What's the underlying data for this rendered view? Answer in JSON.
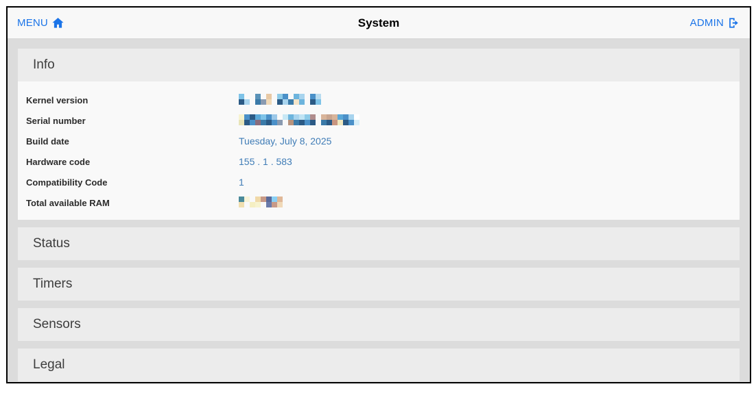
{
  "topbar": {
    "menu_label": "MENU",
    "title": "System",
    "admin_label": "ADMIN"
  },
  "colors": {
    "link_blue": "#1b74e8",
    "value_blue": "#3f7cb6",
    "content_background": "#dcdcdc",
    "section_header_background": "#ececec",
    "section_body_background": "#f9f9f9"
  },
  "sections": [
    {
      "id": "info",
      "label": "Info",
      "expanded": true
    },
    {
      "id": "status",
      "label": "Status",
      "expanded": false
    },
    {
      "id": "timers",
      "label": "Timers",
      "expanded": false
    },
    {
      "id": "sensors",
      "label": "Sensors",
      "expanded": false
    },
    {
      "id": "legal",
      "label": "Legal",
      "expanded": false
    }
  ],
  "info_rows": [
    {
      "label": "Kernel version",
      "value": "",
      "redacted": true,
      "mosaic": [
        [
          "#7ec3e8",
          "#f9f9f9",
          "#f9f9f9",
          "#5a92b8",
          "#f9f9f9",
          "#e8c9a5",
          "#f9f9f9",
          "#8ecbe8",
          "#4a90c8",
          "#f9f9f9",
          "#6db4dd",
          "#a8d4ee",
          "#f9f9f9",
          "#4a90c8",
          "#b8dcf0"
        ],
        [
          "#2b5a85",
          "#a8d4ee",
          "#f9f9f9",
          "#3a7aa8",
          "#8a9ab0",
          "#f0d9b8",
          "#f9f9f9",
          "#2b5a85",
          "#a8d4ee",
          "#3a7aa8",
          "#f4e4c8",
          "#6db4dd",
          "#f9f9f9",
          "#2b5a85",
          "#7ec3e8"
        ]
      ]
    },
    {
      "label": "Serial number",
      "value": "",
      "redacted": true,
      "mosaic": [
        [
          "#f7f3cf",
          "#4a90c8",
          "#2b5a85",
          "#5aa8d8",
          "#7ec3e8",
          "#4a90c8",
          "#9cc8e8",
          "#f9f9f9",
          "#c8e8f5",
          "#6db4dd",
          "#a8d4ee",
          "#c0e4f4",
          "#8ecbe8",
          "#b08d8d",
          "#f9f9f9",
          "#d8b49a",
          "#c8a590",
          "#d8b49a",
          "#5aa8d8",
          "#4a90c8",
          "#a8d4ee",
          "#ffffff"
        ],
        [
          "#e8e4b8",
          "#2b5a85",
          "#4a90c8",
          "#8a6d7d",
          "#3a7aa8",
          "#2b5a85",
          "#4a90c8",
          "#8a9ab0",
          "#f9f9f9",
          "#b8937d",
          "#3a7aa8",
          "#2b5a85",
          "#4a90c8",
          "#2b5a85",
          "#f9f9f9",
          "#3a7aa8",
          "#2b5a85",
          "#c89580",
          "#f0e8c0",
          "#2b5a85",
          "#4a90c8",
          "#d8eef8"
        ]
      ]
    },
    {
      "label": "Build date",
      "value": "Tuesday, July 8, 2025",
      "redacted": false
    },
    {
      "label": "Hardware code",
      "value": "155 . 1 . 583",
      "redacted": false
    },
    {
      "label": "Compatibility Code",
      "value": "1",
      "redacted": false
    },
    {
      "label": "Total available RAM",
      "value": "",
      "redacted": true,
      "mosaic": [
        [
          "#4a8a9a",
          "#f7f3d8",
          "#f9f9f9",
          "#f0d9a8",
          "#c89a88",
          "#5a6a9a",
          "#8ad0f5",
          "#e0b898"
        ],
        [
          "#f0dfb0",
          "#f9f9f9",
          "#f5efc2",
          "#f7f3cf",
          "#f9f9f9",
          "#6a7aaa",
          "#c89a88",
          "#f0d9b8"
        ]
      ]
    }
  ]
}
